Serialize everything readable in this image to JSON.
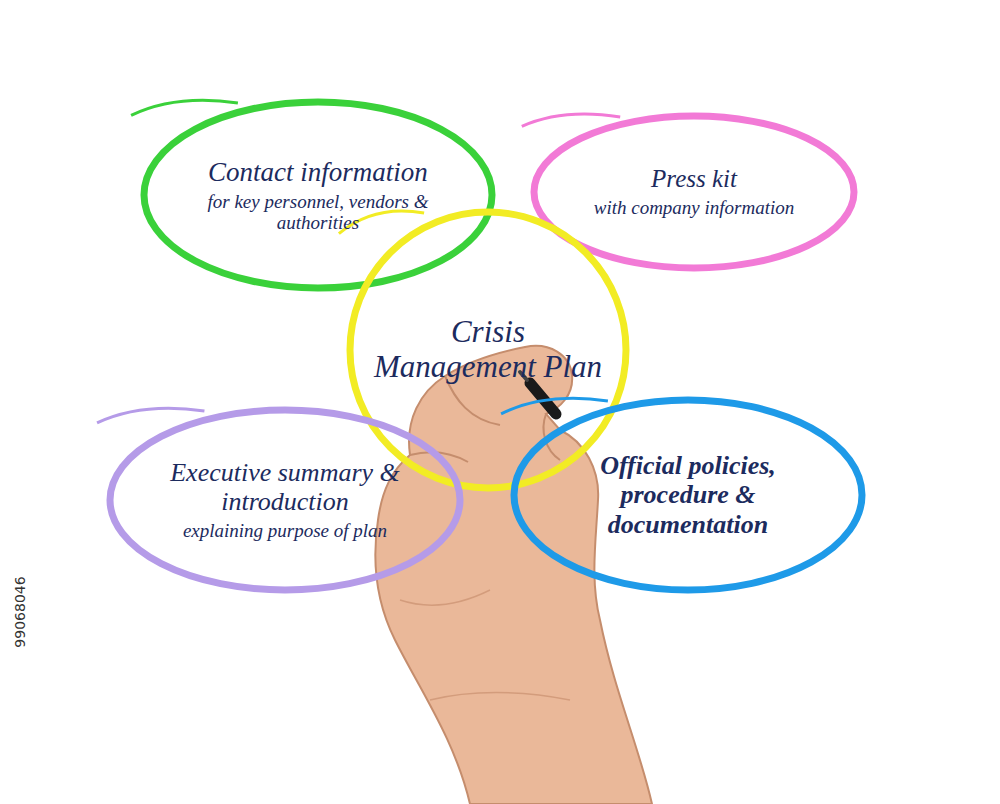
{
  "diagram": {
    "nodes": [
      {
        "text": [
          "Contact information",
          "for key personnel, vendors & authorities"
        ]
      },
      {
        "text": [
          "Press kit",
          "with company information"
        ]
      },
      {
        "text": [
          "Crisis Management Plan"
        ]
      },
      {
        "text": [
          "Executive summary & introduction",
          "explaining purpose of plan"
        ]
      },
      {
        "text": [
          "Official policies, procedure & documentation"
        ]
      }
    ],
    "labels": [
      "99068046"
    ]
  }
}
